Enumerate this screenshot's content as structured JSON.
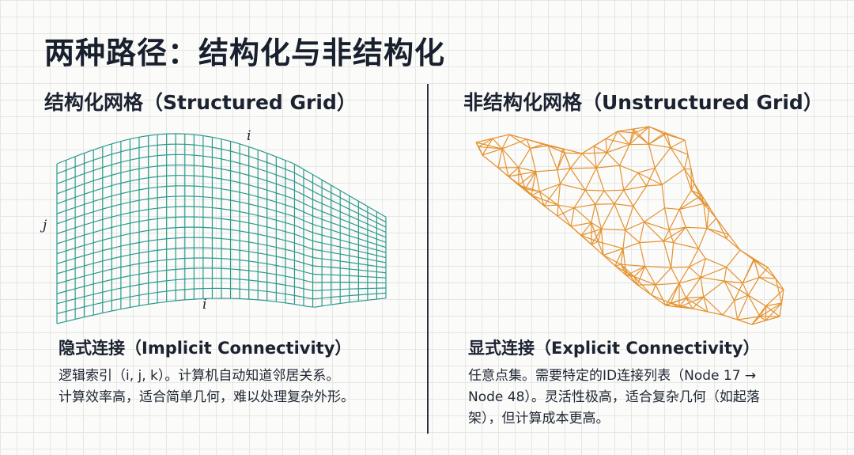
{
  "title": "两种路径：结构化与非结构化",
  "left": {
    "heading": "结构化网格（Structured Grid）",
    "axis_labels": {
      "top": "i",
      "left": "j",
      "bottom": "i"
    },
    "subheading": "隐式连接（Implicit Connectivity）",
    "lines": [
      "逻辑索引（i, j, k）。计算机自动知道邻居关系。",
      "计算效率高，适合简单几何，难以处理复杂外形。"
    ]
  },
  "right": {
    "heading": "非结构化网格（Unstructured Grid）",
    "subheading": "显式连接（Explicit Connectivity）",
    "lines": [
      "任意点集。需要特定的ID连接列表（Node 17 →",
      "Node 48）。灵活性极高，适合复杂几何（如起落",
      "架），但计算成本更高。"
    ]
  },
  "colors": {
    "structured_grid": "#2c9a8e",
    "unstructured_grid": "#e5922e",
    "text": "#1b2230"
  }
}
